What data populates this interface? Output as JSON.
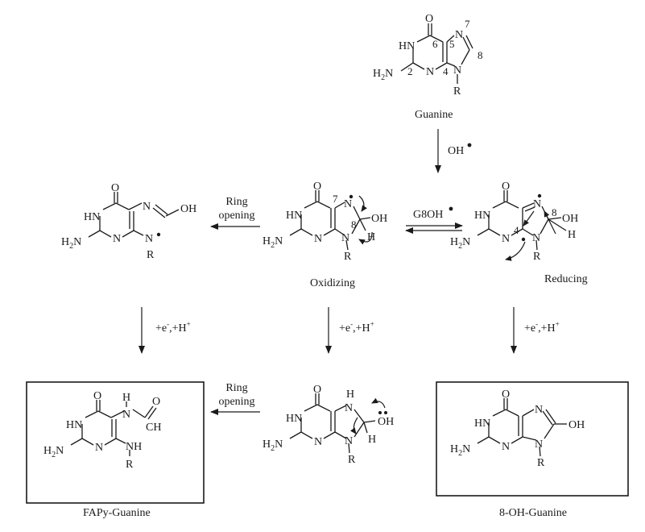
{
  "structures": {
    "guanine": {
      "name": "Guanine",
      "atoms": {
        "o": "O",
        "hn": "HN",
        "n7": "N",
        "n3": "N",
        "n9": "N",
        "r": "R",
        "h2n": "H2N"
      },
      "numbers": {
        "c6": "6",
        "c5": "5",
        "n7": "7",
        "c8": "8",
        "c2": "2",
        "c4": "4"
      }
    },
    "oxidizing": {
      "name": "Oxidizing",
      "atoms": {
        "o": "O",
        "hn": "HN",
        "n7": "N",
        "n3": "N",
        "n9": "N",
        "r": "R",
        "h2n": "H2N",
        "oh": "OH",
        "h": "H"
      },
      "numbers": {
        "n7": "7",
        "c8": "8"
      }
    },
    "reducing": {
      "name": "Reducing",
      "atoms": {
        "o": "O",
        "hn": "HN",
        "n7": "N",
        "n3": "N",
        "n9": "N",
        "r": "R",
        "h2n": "H2N",
        "oh": "OH",
        "h": "H"
      },
      "numbers": {
        "c8": "8",
        "c4": "4"
      }
    },
    "open_radical": {
      "atoms": {
        "o": "O",
        "hn": "HN",
        "n3": "N",
        "n_imine": "N",
        "oh": "OH",
        "n_radical": "N",
        "r": "R",
        "h2n": "H2N"
      }
    },
    "fapy": {
      "name": "FAPy-Guanine",
      "atoms": {
        "o_ring": "O",
        "hn": "HN",
        "h_top": "H",
        "n_formyl": "N",
        "o_formyl": "O",
        "ch": "CH",
        "n3": "N",
        "nh": "NH",
        "r": "R",
        "h2n": "H2N"
      }
    },
    "reduced_intermediate": {
      "atoms": {
        "o": "O",
        "hn": "HN",
        "n7h": "H",
        "n7": "N",
        "n3": "N",
        "n9": "N",
        "oh": "OH",
        "h": "H",
        "r": "R",
        "h2n": "H2N"
      }
    },
    "oh8_guanine": {
      "name": "8-OH-Guanine",
      "atoms": {
        "o": "O",
        "hn": "HN",
        "n7": "N",
        "oh": "OH",
        "n3": "N",
        "n9": "N",
        "r": "R",
        "h2n": "H2N"
      }
    }
  },
  "reactions": {
    "oh_radical": "OH",
    "equilibrium": "G8OH",
    "ring_opening_top": [
      "Ring",
      "opening"
    ],
    "ring_opening_bottom": [
      "Ring",
      "opening"
    ],
    "reduction": "+e",
    "reduction_proton": ",+H"
  }
}
